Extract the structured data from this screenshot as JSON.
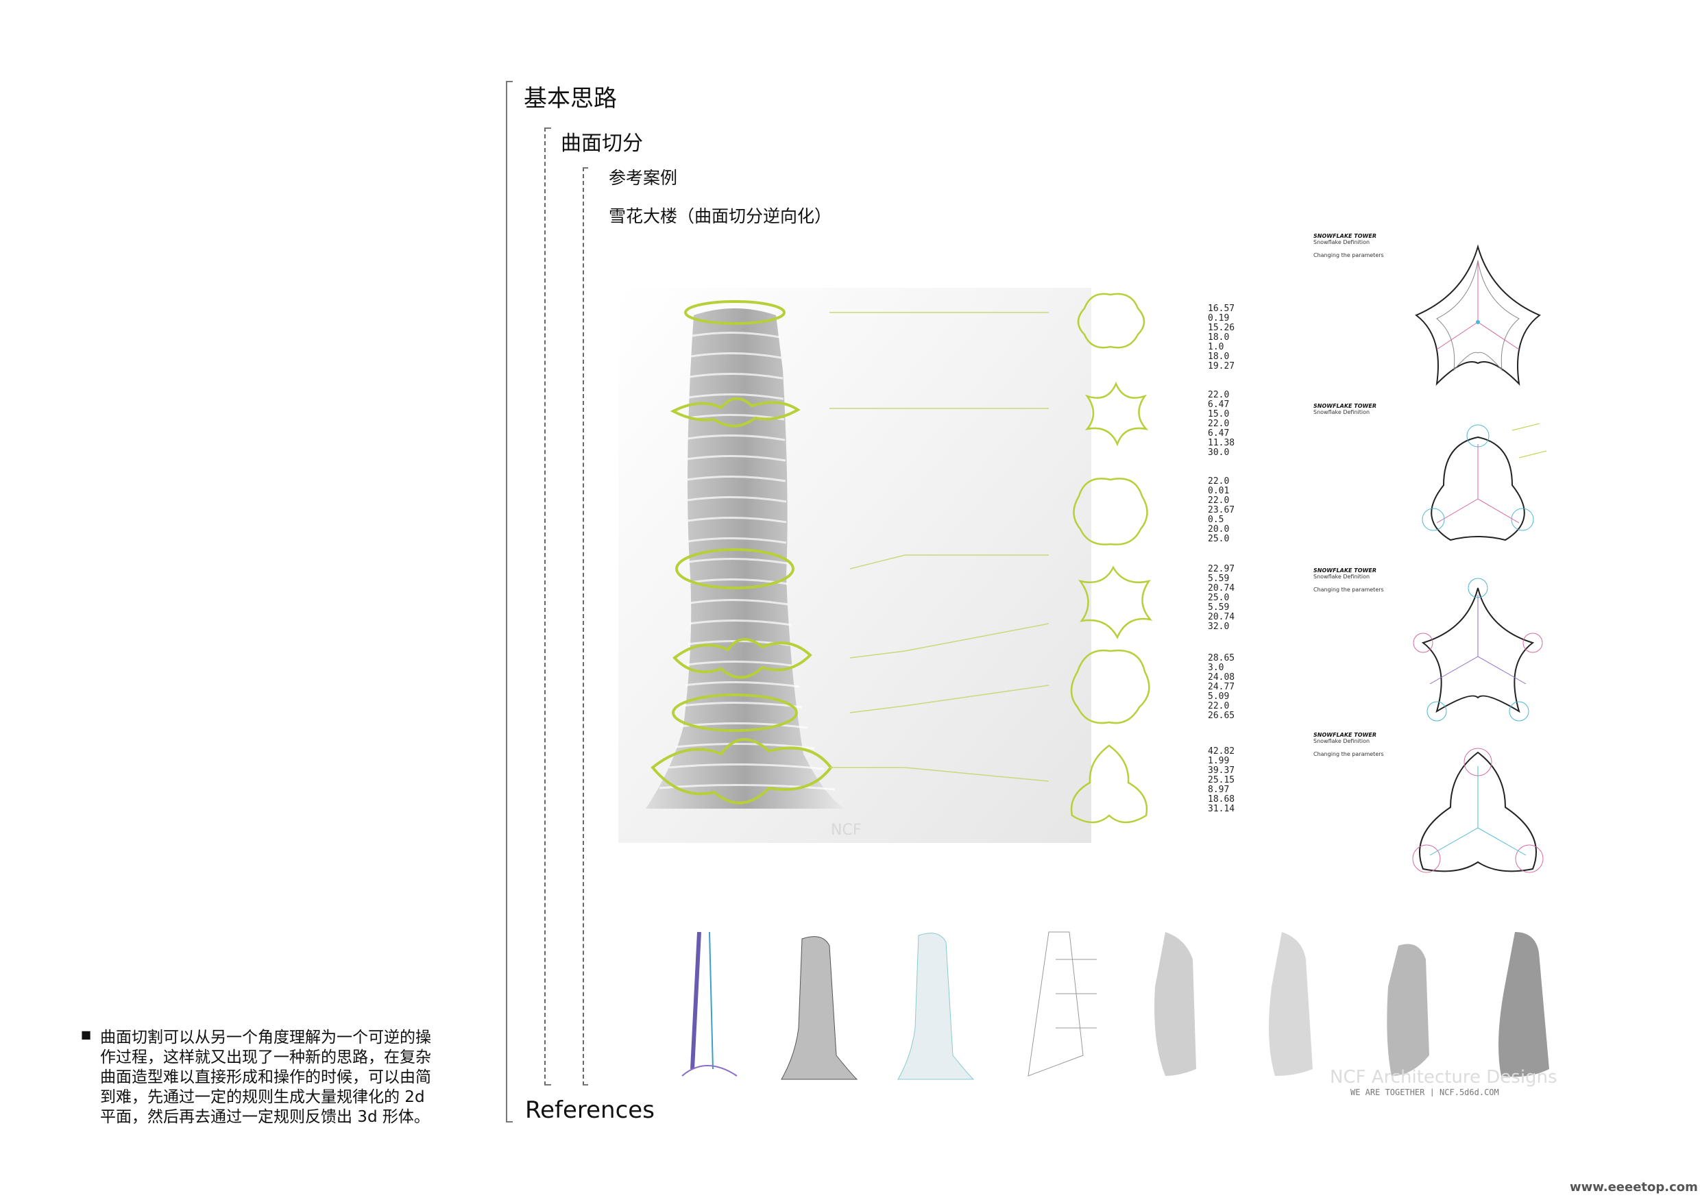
{
  "outline": {
    "level1_title": "基本思路",
    "level2_title": "曲面切分",
    "level3_title": "参考案例",
    "case_title": "雪花大楼（曲面切分逆向化）",
    "footer_title": "References"
  },
  "bullet": {
    "marker": "■",
    "lines": [
      "曲面切割可以从另一个角度理解为一个可逆的操",
      "作过程，这样就又出现了一种新的思路，在复杂",
      "曲面造型难以直接形成和操作的时候，可以由简",
      "到难，先通过一定的规则生成大量规律化的 2d",
      "平面，然后再去通过一定规则反馈出 3d 形体。"
    ]
  },
  "parameter_groups": [
    [
      "16.57",
      "0.19",
      "15.26",
      "18.0",
      "1.0",
      "18.0",
      "19.27"
    ],
    [
      "22.0",
      "6.47",
      "15.0",
      "22.0",
      "6.47",
      "11.38",
      "30.0"
    ],
    [
      "22.0",
      "0.01",
      "22.0",
      "23.67",
      "0.5",
      "20.0",
      "25.0"
    ],
    [
      "22.97",
      "5.59",
      "20.74",
      "25.0",
      "5.59",
      "20.74",
      "32.0"
    ],
    [
      "28.65",
      "3.0",
      "24.08",
      "24.77",
      "5.09",
      "22.0",
      "26.65"
    ],
    [
      "42.82",
      "1.99",
      "39.37",
      "25.15",
      "8.97",
      "18.68",
      "31.14"
    ]
  ],
  "right_panels": {
    "title": "SNOWFLAKE TOWER",
    "subtitle": "Snowflake Definition",
    "note": "Changing the parameters"
  },
  "watermarks": {
    "render_logo": "NCF",
    "strip_logo": "NCF Architecture Designs",
    "strip_tagline": "WE ARE TOGETHER | NCF.5d6d.COM",
    "site_url": "www.eeeetop.com"
  },
  "colors": {
    "accent_lime": "#b9cf3a",
    "panel_pink": "#d66aa0",
    "panel_cyan": "#4bb7d6",
    "panel_purple": "#8b6bc8"
  }
}
